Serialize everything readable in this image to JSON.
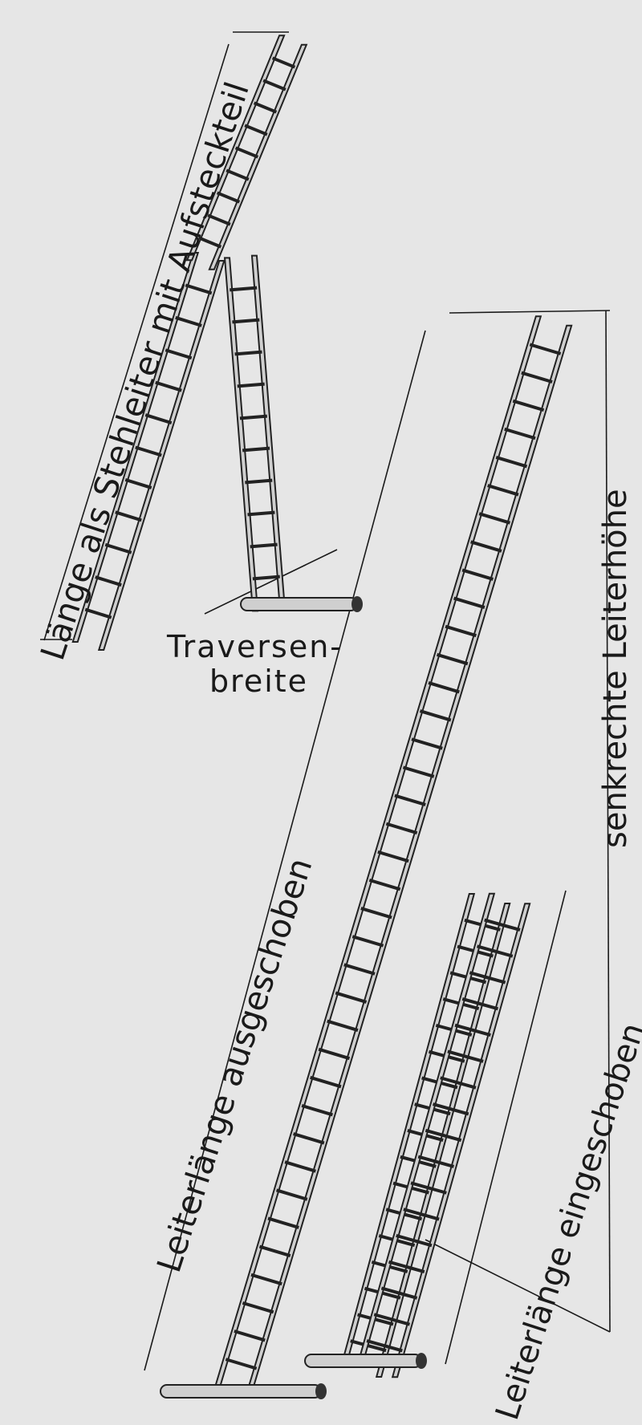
{
  "diagram": {
    "background": "#e6e6e6",
    "line_color": "#1a1a1a",
    "ladder_fill": "#cfcfcf",
    "ladder_stroke": "#222222",
    "labels": {
      "stehleiter": "Länge als Stehleiter mit Aufsteckteil",
      "traversen_line1": "Traversen-",
      "traversen_line2": "breite",
      "ausgeschoben": "Leiterlänge ausgeschoben",
      "senkrecht": "senkrechte Leiterhöhe",
      "eingeschoben": "Leiterlänge eingeschoben"
    }
  }
}
